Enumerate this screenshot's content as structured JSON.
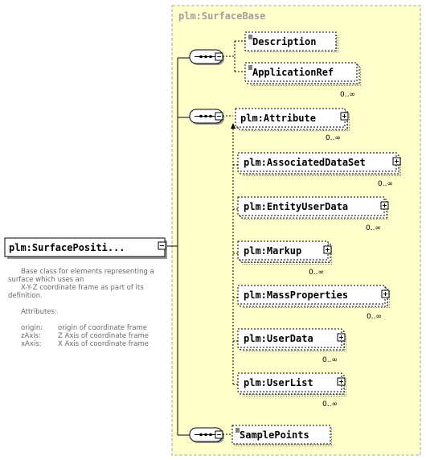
{
  "group": {
    "title": "plm:SurfaceBase"
  },
  "root": {
    "label": "plm:SurfacePositi..."
  },
  "documentation": {
    "intro_line1": "Base class for elements representing a",
    "intro_line2": "surface which uses an",
    "intro_line3": "X-Y-Z coordinate frame as part of its",
    "intro_line4": "definition.",
    "attributes_heading": "Attributes:",
    "attributes": [
      {
        "name": "origin:",
        "desc": "origin of coordinate frame"
      },
      {
        "name": "zAxis:",
        "desc": "Z Axis of coordinate frame"
      },
      {
        "name": "xAxis:",
        "desc": "X Axis of coordinate frame"
      }
    ]
  },
  "seq1": {
    "elements": [
      {
        "label": "Description",
        "multiplicity": ""
      },
      {
        "label": "ApplicationRef",
        "multiplicity": "0..∞"
      }
    ]
  },
  "choice_elements": [
    {
      "label": "plm:Attribute",
      "multiplicity": "0..∞"
    },
    {
      "label": "plm:AssociatedDataSet",
      "multiplicity": "0..∞"
    },
    {
      "label": "plm:EntityUserData",
      "multiplicity": "0..∞"
    },
    {
      "label": "plm:Markup",
      "multiplicity": "0..∞"
    },
    {
      "label": "plm:MassProperties",
      "multiplicity": "0..∞"
    },
    {
      "label": "plm:UserData",
      "multiplicity": "0..∞"
    },
    {
      "label": "plm:UserList",
      "multiplicity": "0..∞"
    }
  ],
  "seq3": {
    "label": "SamplePoints"
  },
  "colors": {
    "group_fill": "#ffffcc",
    "group_border": "#a8a8a8",
    "line": "#000000"
  }
}
